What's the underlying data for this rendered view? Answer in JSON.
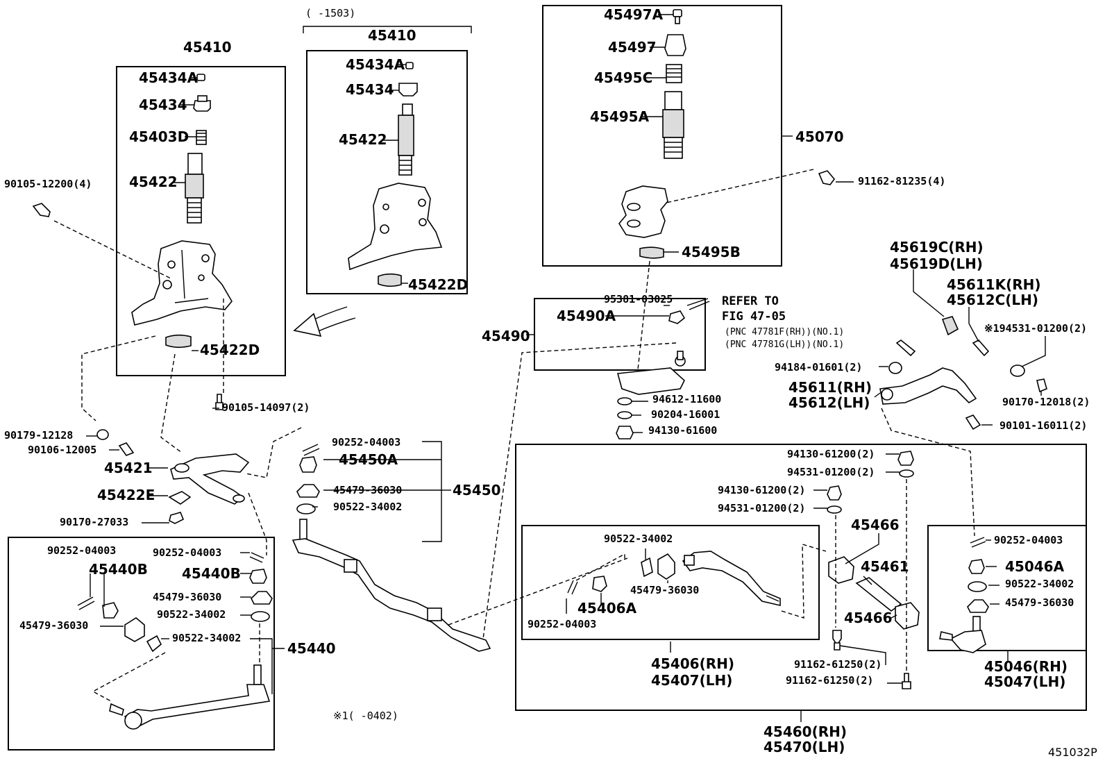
{
  "diagram_id": "451032P",
  "colors": {
    "line": "#000000",
    "background": "#ffffff",
    "part_shade": "#dcdcdc"
  },
  "labels": {
    "p45410_left": "45410",
    "p45434A_l": "45434A",
    "p45434_l": "45434",
    "p45403D_l": "45403D",
    "p45422_l": "45422",
    "p45422D_l": "45422D",
    "p90105_12200": "90105-12200(4)",
    "p90105_14097": "90105-14097(2)",
    "p90179_12128": "90179-12128",
    "p90106_12005": "90106-12005",
    "p45421": "45421",
    "p45422E": "45422E",
    "p90170_27033": "90170-27033",
    "p1503": "(      -1503)",
    "p45410_mid": "45410",
    "p45434A_m": "45434A",
    "p45434_m": "45434",
    "p45422_m": "45422",
    "p45422D_m": "45422D",
    "p45497A": "45497A",
    "p45497": "45497",
    "p45495C": "45495C",
    "p45495A": "45495A",
    "p45070": "45070",
    "p91162_81235": "91162-81235(4)",
    "p45495B": "45495B",
    "p95381_03025": "95381-03025",
    "p45490A": "45490A",
    "p45490": "45490",
    "p94612_11600": "94612-11600",
    "p90204_16001": "90204-16001",
    "p94130_61600": "94130-61600",
    "refer1": "REFER TO",
    "refer2": "FIG 47-05",
    "refer3": "(PNC 47781F(RH))(NO.1)",
    "refer4": "(PNC 47781G(LH))(NO.1)",
    "p45619C": "45619C(RH)",
    "p45619D": "45619D(LH)",
    "p45611K": "45611K(RH)",
    "p45612C": "45612C(LH)",
    "p194531": "※194531-01200(2)",
    "p94184_01601": "94184-01601(2)",
    "p45611": "45611(RH)",
    "p45612": "45612(LH)",
    "p90170_12018": "90170-12018(2)",
    "p90101_16011": "90101-16011(2)",
    "p90252_04003_a": "90252-04003",
    "p45450A": "45450A",
    "p45479_36030_a": "45479-36030",
    "p90522_34002_a": "90522-34002",
    "p45450": "45450",
    "p90252_04003_b": "90252-04003",
    "p45440B_l": "45440B",
    "p90252_04003_c": "90252-04003",
    "p45440B_r": "45440B",
    "p45479_36030_b": "45479-36030",
    "p45479_36030_c": "45479-36030",
    "p90522_34002_b": "90522-34002",
    "p90522_34002_c": "90522-34002",
    "p45440": "45440",
    "note_0402": "※1(      -0402)",
    "p94130_61200_a": "94130-61200(2)",
    "p94531_01200_a": "94531-01200(2)",
    "p94130_61200_b": "94130-61200(2)",
    "p94531_01200_b": "94531-01200(2)",
    "p45466_t": "45466",
    "p45461": "45461",
    "p45466_b": "45466",
    "p91162_61250_a": "91162-61250(2)",
    "p91162_61250_b": "91162-61250(2)",
    "p90522_34002_d": "90522-34002",
    "p45479_36030_d": "45479-36030",
    "p45406A": "45406A",
    "p90252_04003_d": "90252-04003",
    "p45406": "45406(RH)",
    "p45407": "45407(LH)",
    "p90252_04003_e": "90252-04003",
    "p45046A": "45046A",
    "p90522_34002_e": "90522-34002",
    "p45479_36030_e": "45479-36030",
    "p45046": "45046(RH)",
    "p45047": "45047(LH)",
    "p45460": "45460(RH)",
    "p45470": "45470(LH)"
  }
}
